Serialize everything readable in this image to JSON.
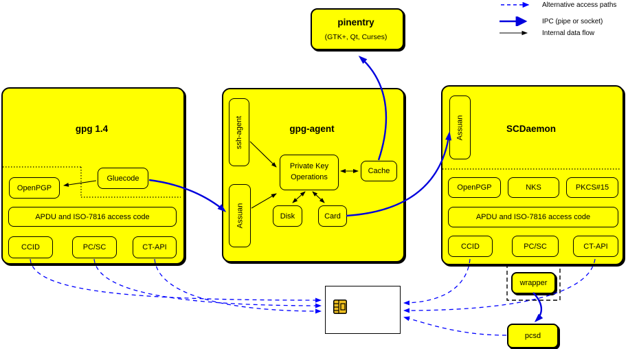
{
  "legend": {
    "items": [
      {
        "icon": "dashed-blue-arrow",
        "label": "Alternative access paths"
      },
      {
        "icon": "thick-blue-arrow",
        "label": "IPC (pipe or socket)"
      },
      {
        "icon": "thin-black-arrow",
        "label": "Internal data flow"
      }
    ]
  },
  "pinentry": {
    "title": "pinentry",
    "subtitle": "(GTK+, Qt, Curses)"
  },
  "gpg14": {
    "title": "gpg 1.4",
    "openpgp": "OpenPGP",
    "gluecode": "Gluecode",
    "apdu": "APDU and ISO-7816 access code",
    "ccid": "CCID",
    "pcsc": "PC/SC",
    "ctapi": "CT-API"
  },
  "gpgagent": {
    "title": "gpg-agent",
    "ssh_agent": "ssh-agent",
    "assuan": "Assuan",
    "pko_line1": "Private Key",
    "pko_line2": "Operations",
    "cache": "Cache",
    "disk": "Disk",
    "card": "Card"
  },
  "scdaemon": {
    "title": "SCDaemon",
    "assuan": "Assuan",
    "openpgp": "OpenPGP",
    "nks": "NKS",
    "pkcs15": "PKCS#15",
    "apdu": "APDU and ISO-7816 access code",
    "ccid": "CCID",
    "pcsc": "PC/SC",
    "ctapi": "CT-API"
  },
  "bottom": {
    "wrapper": "wrapper",
    "pcsd": "pcsd"
  },
  "colors": {
    "box_fill": "#ffff00",
    "ipc_blue": "#0000dd",
    "alt_blue": "#0000ff",
    "black": "#000000",
    "chip_gold": "#f0c020"
  }
}
